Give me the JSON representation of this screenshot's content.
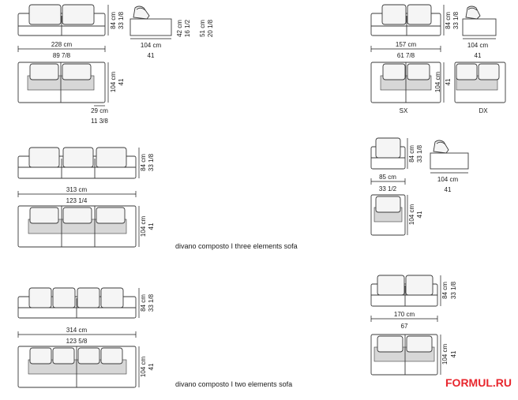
{
  "colors": {
    "line": "#3a3a3a",
    "seat": "#d7d7d7",
    "watermark": "#e8262d"
  },
  "sofa_228": {
    "w_cm": "228 cm",
    "w_in": "89 7/8",
    "h_cm": "84 cm",
    "h_in": "33 1/8",
    "side_w_cm": "104 cm",
    "side_w_in": "41",
    "arm_h_cm": "42 cm",
    "arm_h_in": "16 1/2",
    "back_h_cm": "51 cm",
    "back_h_in": "20 1/8",
    "d_cm": "104 cm",
    "d_in": "41",
    "arm_w_cm": "29 cm",
    "arm_w_in": "11 3/8"
  },
  "sofa_157": {
    "w_cm": "157 cm",
    "w_in": "61 7/8",
    "h_cm": "84 cm",
    "h_in": "33 1/8",
    "side_w_cm": "104 cm",
    "side_w_in": "41",
    "d_cm": "104 cm",
    "d_in": "41",
    "sx_label": "SX",
    "dx_label": "DX"
  },
  "sofa_313": {
    "w_cm": "313 cm",
    "w_in": "123 1/4",
    "h_cm": "84 cm",
    "h_in": "33 1/8",
    "d_cm": "104 cm",
    "d_in": "41",
    "caption": "divano composto  I  three elements sofa"
  },
  "chair_85": {
    "w_cm": "85 cm",
    "w_in": "33 1/2",
    "h_cm": "84 cm",
    "h_in": "33 1/8",
    "side_w_cm": "104 cm",
    "side_w_in": "41",
    "d_cm": "104 cm",
    "d_in": "41"
  },
  "sofa_314": {
    "w_cm": "314 cm",
    "w_in": "123 5/8",
    "h_cm": "84 cm",
    "h_in": "33 1/8",
    "d_cm": "104 cm",
    "d_in": "41",
    "caption": "divano composto  I  two elements sofa"
  },
  "sofa_170": {
    "w_cm": "170 cm",
    "w_in": "67",
    "h_cm": "84 cm",
    "h_in": "33 1/8",
    "d_cm": "104 cm",
    "d_in": "41"
  },
  "watermark": {
    "text": "FORMUL.RU"
  }
}
